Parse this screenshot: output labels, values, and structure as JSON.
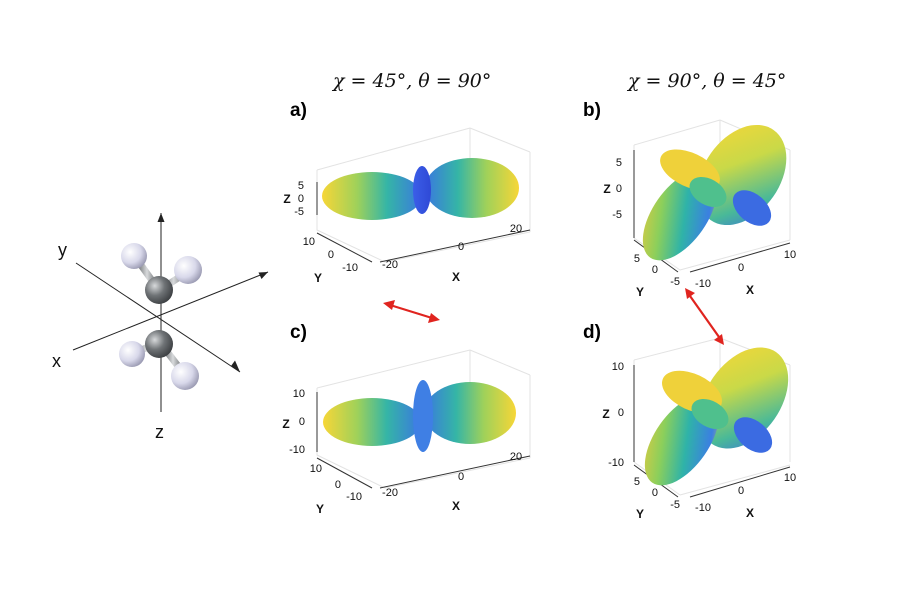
{
  "columns": [
    {
      "chi_label": "χ = 45°,",
      "theta_label": "θ = 90°"
    },
    {
      "chi_label": "χ = 90°,",
      "theta_label": "θ = 45°"
    }
  ],
  "panels": [
    {
      "label": "a)",
      "z_ticks": [
        "5",
        "0",
        "-5"
      ],
      "x_ticks": [
        "-20",
        "0",
        "20"
      ],
      "y_ticks": [
        "10",
        "0",
        "-10"
      ],
      "x_name": "X",
      "y_name": "Y",
      "z_name": "Z"
    },
    {
      "label": "b)",
      "z_ticks": [
        "5",
        "0",
        "-5"
      ],
      "x_ticks": [
        "-10",
        "0",
        "10"
      ],
      "y_ticks": [
        "5",
        "0",
        "-5"
      ],
      "x_name": "X",
      "y_name": "Y",
      "z_name": "Z"
    },
    {
      "label": "c)",
      "z_ticks": [
        "10",
        "0",
        "-10"
      ],
      "x_ticks": [
        "-20",
        "0",
        "20"
      ],
      "y_ticks": [
        "10",
        "0",
        "-10"
      ],
      "x_name": "X",
      "y_name": "Y",
      "z_name": "Z"
    },
    {
      "label": "d)",
      "z_ticks": [
        "10",
        "0",
        "-10"
      ],
      "x_ticks": [
        "-10",
        "0",
        "10"
      ],
      "y_ticks": [
        "5",
        "0",
        "-5"
      ],
      "x_name": "X",
      "y_name": "Y",
      "z_name": "Z"
    }
  ],
  "molecule": {
    "axis_x": "x",
    "axis_y": "y",
    "axis_z": "z"
  },
  "colors": {
    "arrow": "#e0241f",
    "lobe_yellow": "#f7d637",
    "lobe_green": "#3cb89a",
    "lobe_blue": "#3b5ee8",
    "atom_gray": "#5f6366",
    "atom_light": "#dcdcec"
  }
}
